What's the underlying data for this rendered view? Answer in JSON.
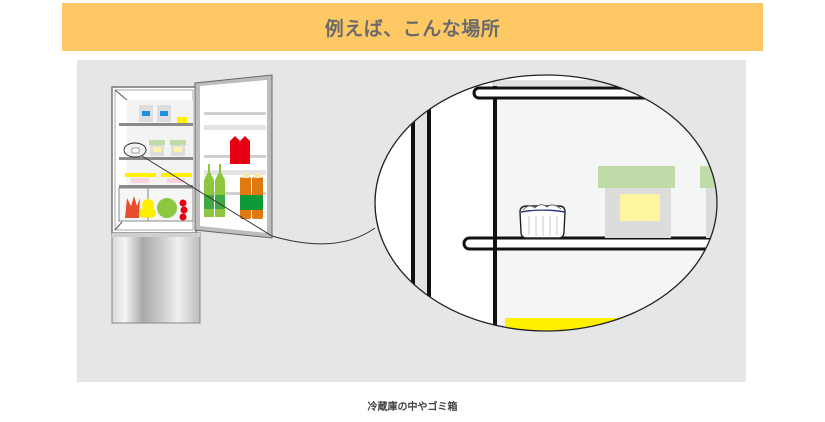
{
  "header": {
    "title": "例えば、こんな場所"
  },
  "illustration": {
    "subject": "refrigerator-with-open-door",
    "magnified_item": "deodorizer-cup-on-shelf",
    "colors": {
      "banner": "#fec965",
      "panel": "#e6e6e6",
      "accent_red": "#e60012",
      "accent_green": "#3ea843",
      "accent_yellow": "#fff000",
      "container_green": "#bfdca8",
      "container_yellow": "#fff5a0",
      "container_blue": "#1e8fe0"
    }
  },
  "caption": {
    "text": "冷蔵庫の中やゴミ箱"
  }
}
